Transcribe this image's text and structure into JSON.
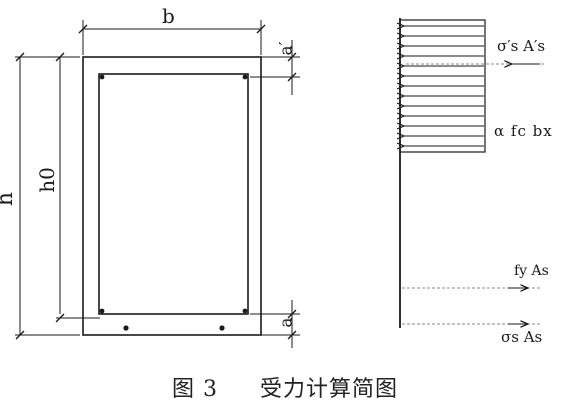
{
  "section_labels": {
    "width": "b",
    "height": "h",
    "effective_height": "h0",
    "top_cover": "a′",
    "bottom_cover": "a"
  },
  "force_labels": {
    "compression_steel": "σ′s A′s",
    "concrete_block": "α fc bx",
    "tension_steel_fy": "fy As",
    "tension_steel_sigma": "σs As"
  },
  "caption": {
    "figure_number": "图 3",
    "title": "受力计算简图"
  },
  "colors": {
    "line": "#1a1a1a",
    "dashed": "#666666",
    "caption": "#222222"
  }
}
